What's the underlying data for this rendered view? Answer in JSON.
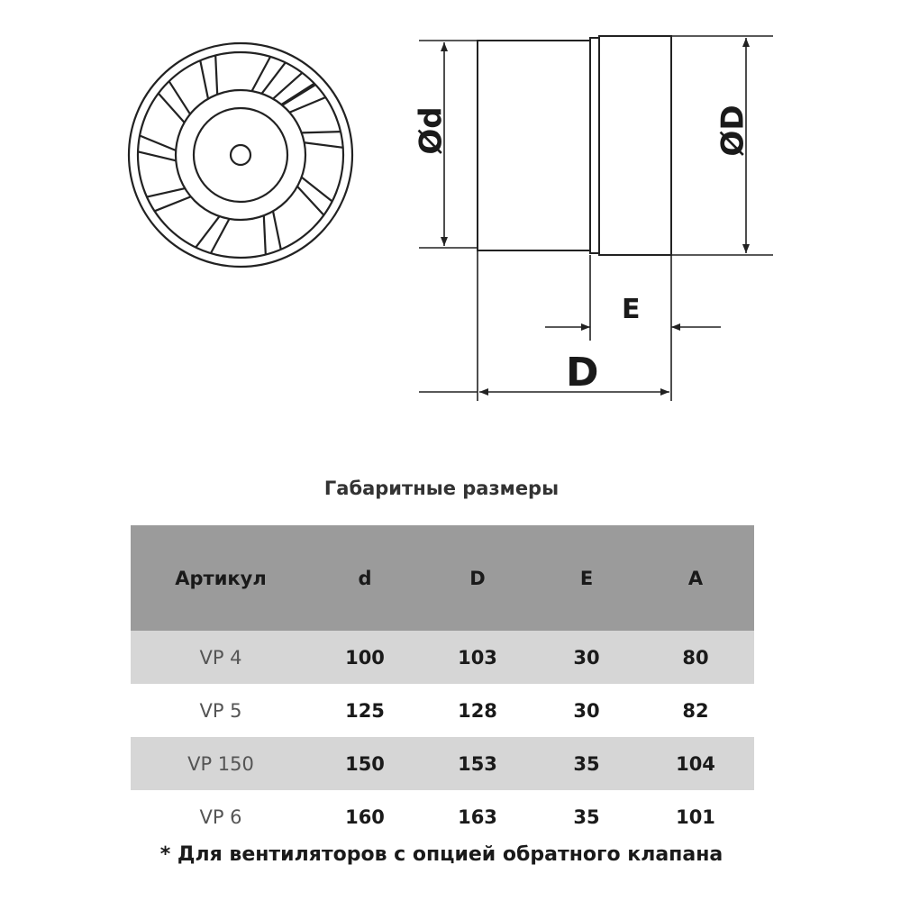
{
  "diagram": {
    "labels": {
      "small_diameter": "Ød",
      "large_diameter": "ØD",
      "flange": "E",
      "depth": "D"
    }
  },
  "table": {
    "title": "Габаритные размеры",
    "headers": [
      "Артикул",
      "d",
      "D",
      "E",
      "A"
    ],
    "rows": [
      [
        "VP 4",
        "100",
        "103",
        "30",
        "80"
      ],
      [
        "VP 5",
        "125",
        "128",
        "30",
        "82"
      ],
      [
        "VP 150",
        "150",
        "153",
        "35",
        "104"
      ],
      [
        "VP 6",
        "160",
        "163",
        "35",
        "101"
      ]
    ],
    "footnote": "* Для вентиляторов с опцией обратного клапана"
  },
  "colors": {
    "header_bg": "#9b9b9b",
    "stripe_bg": "#d6d6d6"
  }
}
